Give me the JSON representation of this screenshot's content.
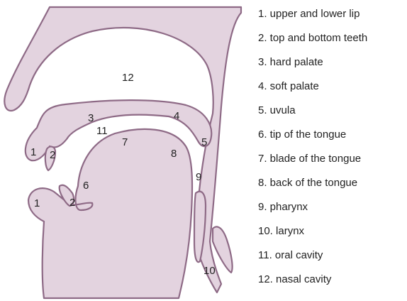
{
  "labels": {
    "l1_upper": "1",
    "l1_lower": "1",
    "l2_upper": "2",
    "l2_lower": "2",
    "l3": "3",
    "l4": "4",
    "l5": "5",
    "l6": "6",
    "l7": "7",
    "l8": "8",
    "l9": "9",
    "l10": "10",
    "l11": "11",
    "l12": "12"
  },
  "legend": [
    "1. upper and lower lip",
    "2. top and bottom teeth",
    "3. hard palate",
    "4. soft palate",
    "5. uvula",
    "6. tip of the tongue",
    "7. blade of the tongue",
    "8. back of the tongue",
    "9. pharynx",
    "10. larynx",
    "11. oral cavity",
    "12. nasal cavity"
  ],
  "colors": {
    "tissue_fill": "#e3d3df",
    "tissue_outline": "#8e6a86",
    "text": "#222222"
  }
}
